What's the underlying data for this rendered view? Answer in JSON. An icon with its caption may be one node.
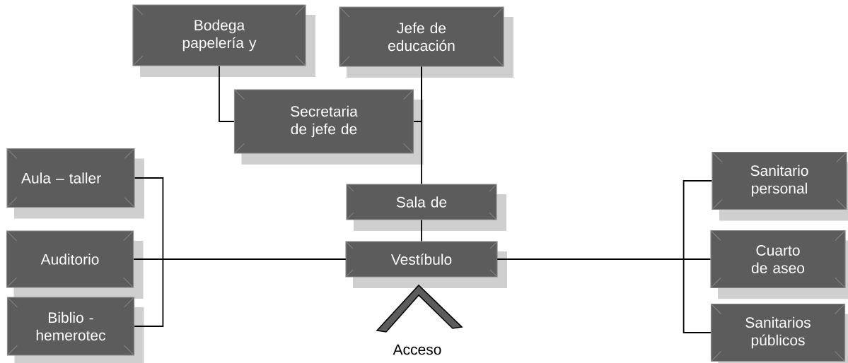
{
  "diagram": {
    "nodes": [
      {
        "text": [
          "Bodega papelería y"
        ]
      },
      {
        "text": [
          "Jefe de educación"
        ]
      },
      {
        "text": [
          "Secretaria de jefe de"
        ]
      },
      {
        "text": [
          "Aula – taller"
        ]
      },
      {
        "text": [
          "Auditorio"
        ]
      },
      {
        "text": [
          "Biblio - hemerotec"
        ]
      },
      {
        "text": [
          "Sala de"
        ]
      },
      {
        "text": [
          "Vestíbulo"
        ]
      },
      {
        "text": [
          "Sanitario personal"
        ]
      },
      {
        "text": [
          "Cuarto de aseo"
        ]
      },
      {
        "text": [
          "Sanitarios públicos"
        ]
      },
      {
        "text": [
          "Acceso"
        ]
      }
    ],
    "edges": [
      {
        "from": 0,
        "to": 2,
        "arrow": "none"
      },
      {
        "from": 1,
        "to": 2,
        "arrow": "none"
      },
      {
        "from": 1,
        "to": 6,
        "arrow": "none"
      },
      {
        "from": 6,
        "to": 7,
        "arrow": "none"
      },
      {
        "from": 3,
        "to": 7,
        "arrow": "none"
      },
      {
        "from": 4,
        "to": 7,
        "arrow": "none"
      },
      {
        "from": 5,
        "to": 7,
        "arrow": "none"
      },
      {
        "from": 7,
        "to": 8,
        "arrow": "none"
      },
      {
        "from": 7,
        "to": 9,
        "arrow": "none"
      },
      {
        "from": 7,
        "to": 10,
        "arrow": "none"
      }
    ]
  }
}
